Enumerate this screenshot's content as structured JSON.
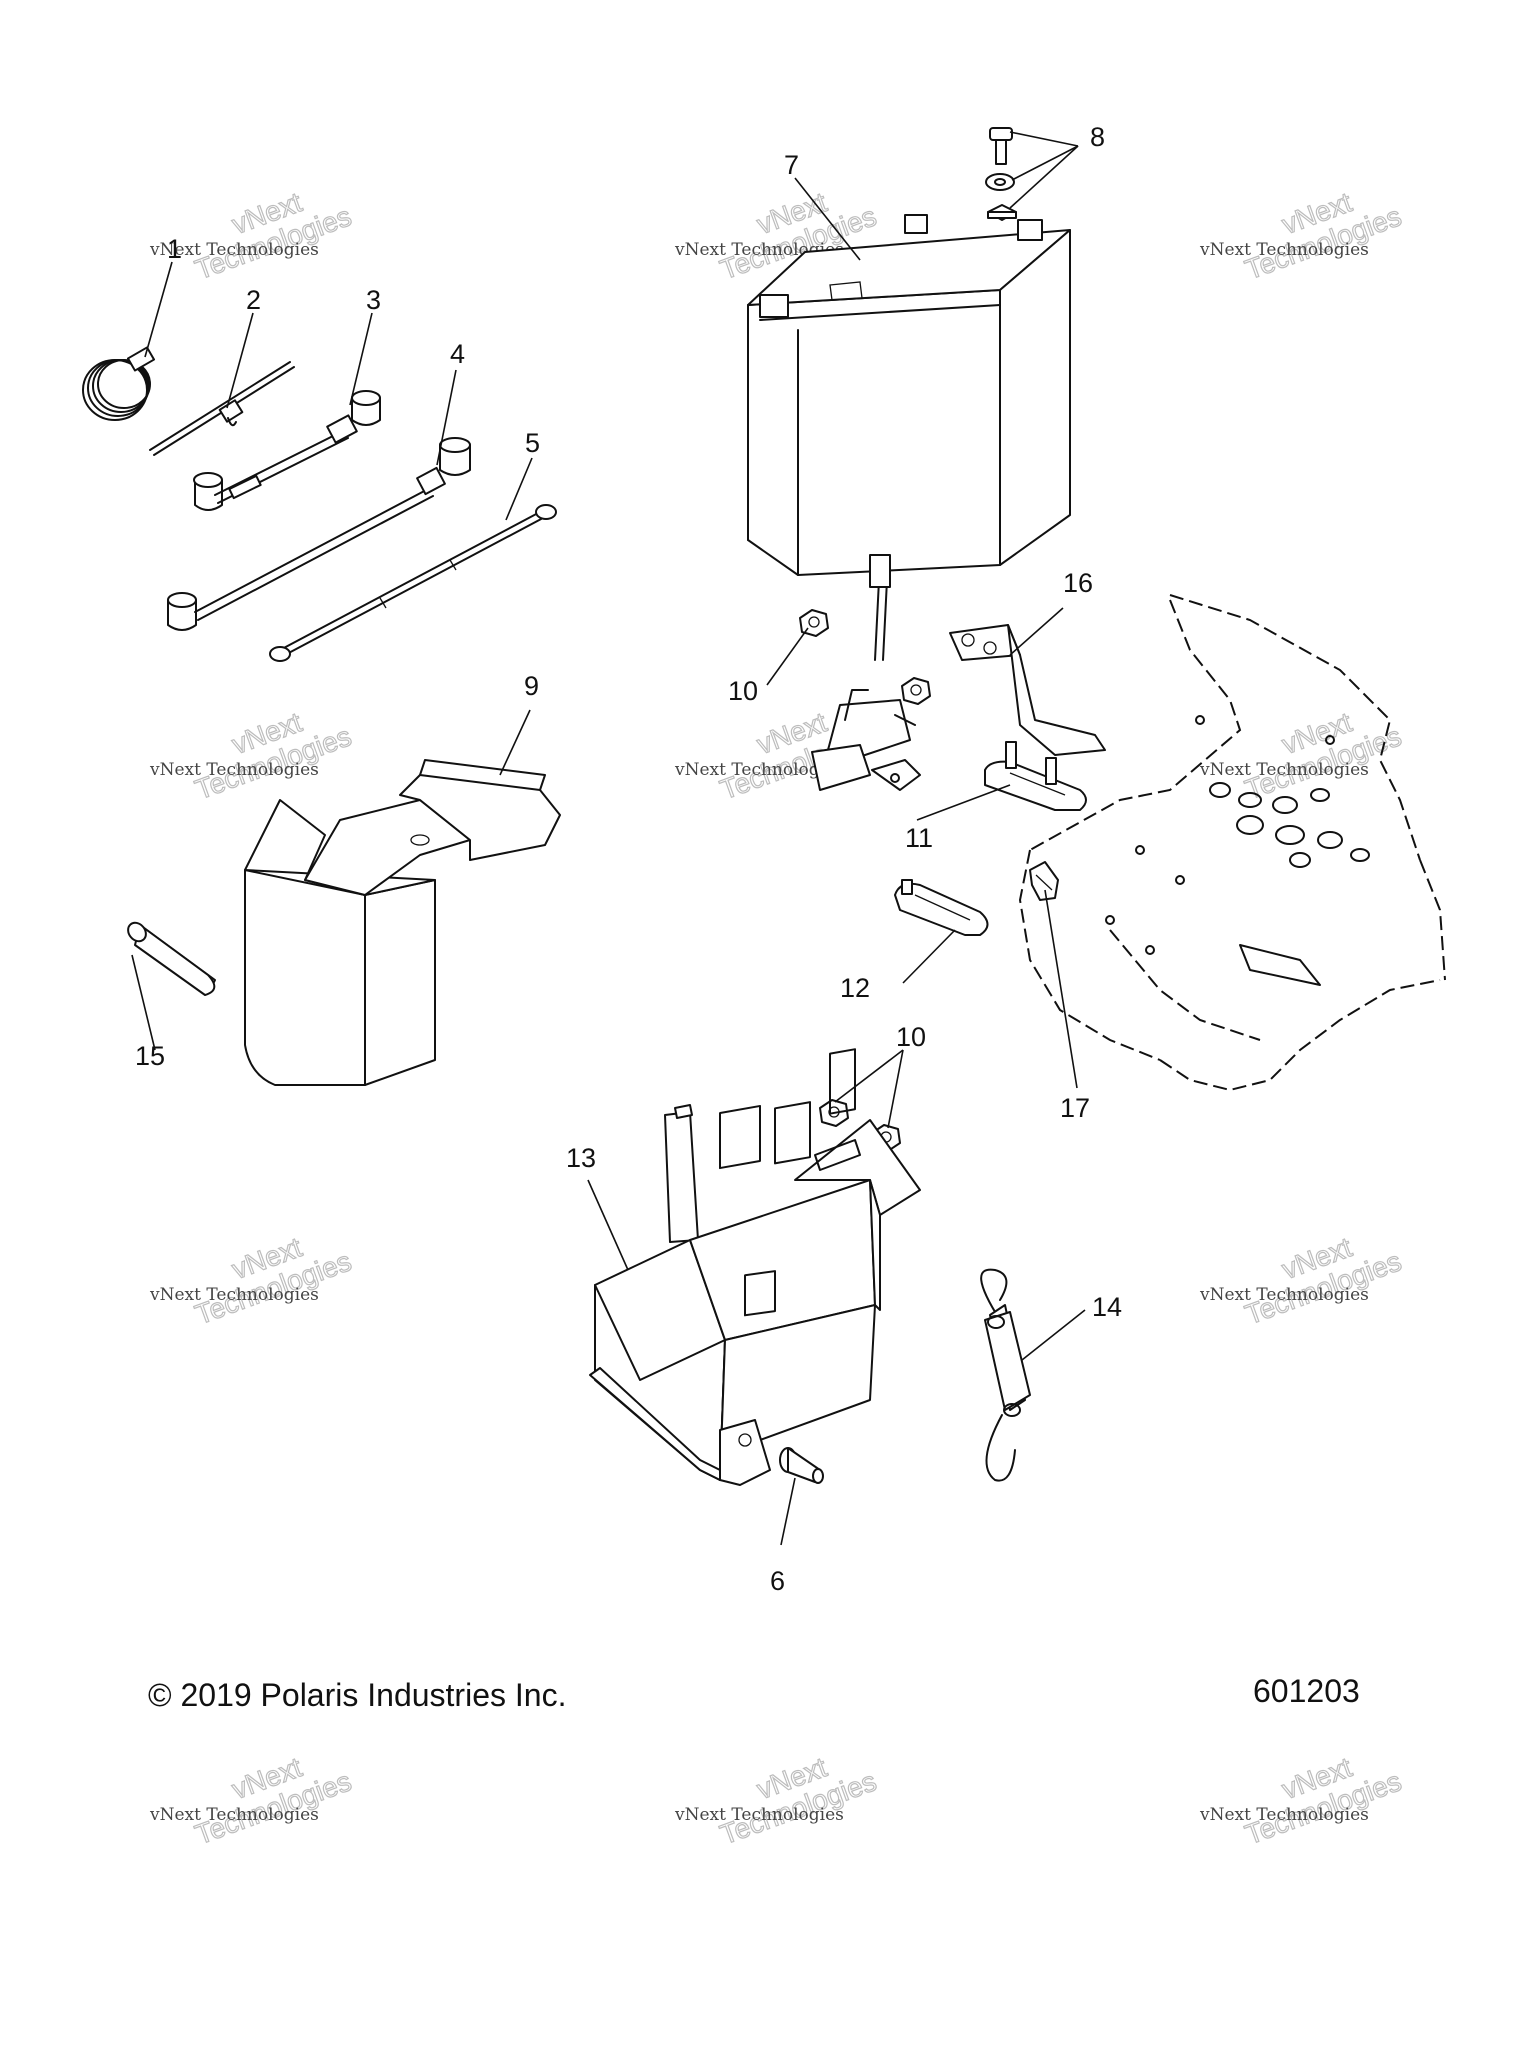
{
  "callouts": {
    "c1": "1",
    "c2": "2",
    "c3": "3",
    "c4": "4",
    "c5": "5",
    "c6": "6",
    "c7": "7",
    "c8": "8",
    "c9": "9",
    "c10a": "10",
    "c10b": "10",
    "c11": "11",
    "c12": "12",
    "c13": "13",
    "c14": "14",
    "c15": "15",
    "c16": "16",
    "c17": "17"
  },
  "footer": {
    "copyright": "© 2019 Polaris Industries Inc.",
    "drawing_number": "601203"
  },
  "watermark": {
    "line1": "vNext Technologies",
    "line2": "vNext",
    "line3": "Technologies"
  }
}
